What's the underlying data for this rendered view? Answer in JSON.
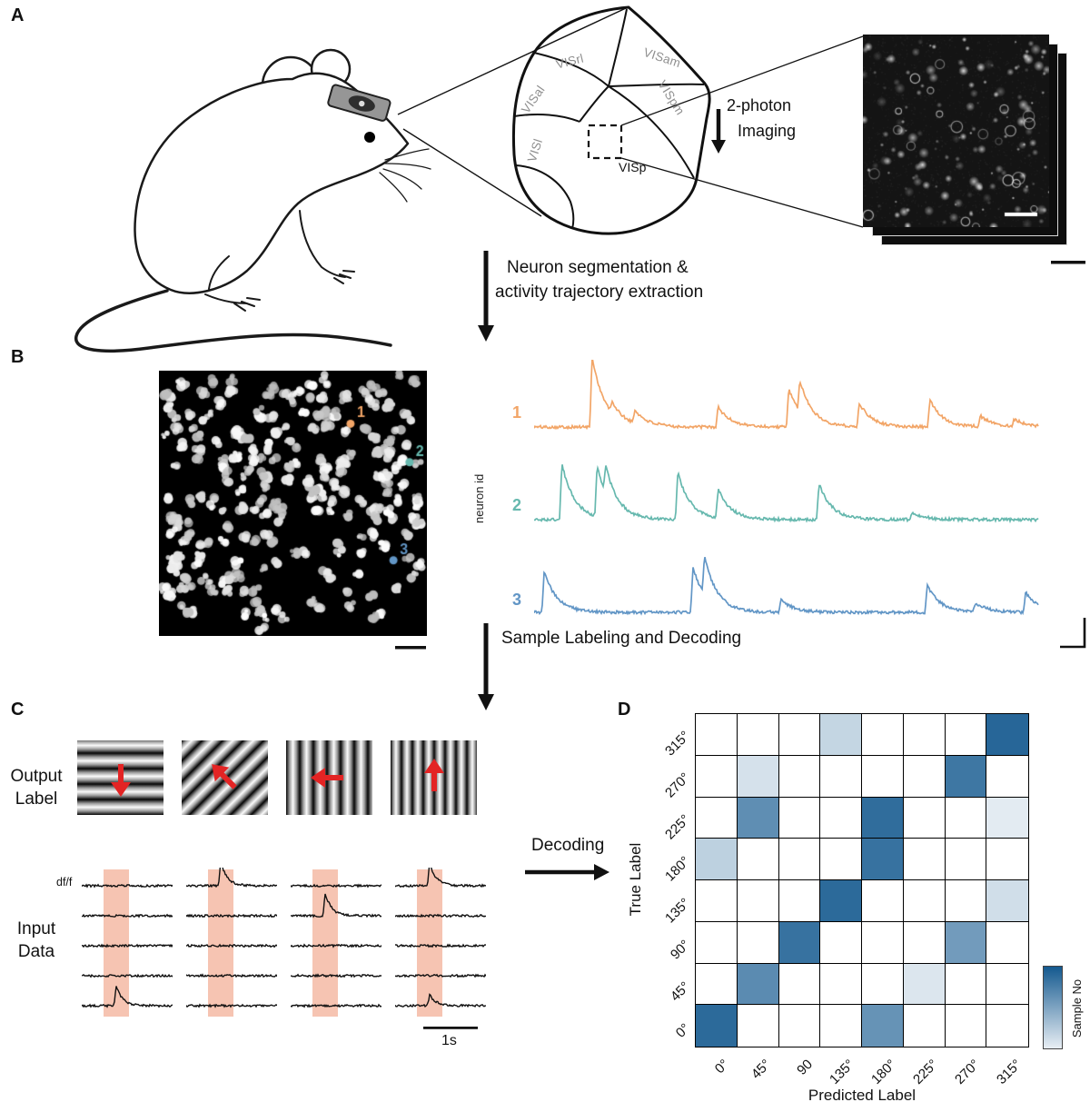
{
  "panels": {
    "a": "A",
    "b": "B",
    "c": "C",
    "d": "D"
  },
  "colors": {
    "neuron1_orange": "#F2A567",
    "neuron2_teal": "#66B8AE",
    "neuron3_blue": "#6296C6",
    "stimulus_arrow_red": "#E32424",
    "highlight_band_pink": "#F6C4B2",
    "matrix_blue_dark": "#14598F",
    "region_label_gray": "#8F8F8F"
  },
  "panelA": {
    "brain_regions": [
      {
        "name": "VISrl"
      },
      {
        "name": "VISam"
      },
      {
        "name": "VISal"
      },
      {
        "name": "VISpm"
      },
      {
        "name": "VISl"
      },
      {
        "name": "VISp"
      }
    ],
    "imaging": {
      "line1": "2-photon",
      "line2": "Imaging"
    }
  },
  "step1": {
    "line1": "Neuron segmentation &",
    "line2": "activity trajectory extraction"
  },
  "step2": {
    "text": "Sample Labeling and Decoding"
  },
  "panelB": {
    "ylabel": "neuron id",
    "neurons": [
      {
        "id": "1",
        "color": "#F2A567",
        "spikes": [
          {
            "p": 0.115,
            "a": 78
          },
          {
            "p": 0.155,
            "a": 12
          },
          {
            "p": 0.2,
            "a": 14
          },
          {
            "p": 0.365,
            "a": 22
          },
          {
            "p": 0.505,
            "a": 42
          },
          {
            "p": 0.527,
            "a": 34
          },
          {
            "p": 0.645,
            "a": 26
          },
          {
            "p": 0.785,
            "a": 30
          },
          {
            "p": 0.885,
            "a": 12
          },
          {
            "p": 0.952,
            "a": 8
          }
        ]
      },
      {
        "id": "2",
        "color": "#66B8AE",
        "spikes": [
          {
            "p": 0.055,
            "a": 62
          },
          {
            "p": 0.125,
            "a": 55
          },
          {
            "p": 0.142,
            "a": 30
          },
          {
            "p": 0.285,
            "a": 52
          },
          {
            "p": 0.365,
            "a": 32
          },
          {
            "p": 0.565,
            "a": 40
          },
          {
            "p": 0.75,
            "a": 8
          }
        ]
      },
      {
        "id": "3",
        "color": "#6296C6",
        "spikes": [
          {
            "p": 0.02,
            "a": 45
          },
          {
            "p": 0.315,
            "a": 50
          },
          {
            "p": 0.338,
            "a": 42
          },
          {
            "p": 0.49,
            "a": 14
          },
          {
            "p": 0.78,
            "a": 30
          },
          {
            "p": 0.875,
            "a": 10
          },
          {
            "p": 0.975,
            "a": 22
          }
        ]
      }
    ],
    "mask_markers": [
      {
        "id": "1",
        "x": 0.715,
        "y": 0.2
      },
      {
        "id": "2",
        "x": 0.935,
        "y": 0.345
      },
      {
        "id": "3",
        "x": 0.875,
        "y": 0.715
      }
    ]
  },
  "panelC": {
    "output_label": {
      "line1": "Output",
      "line2": "Label"
    },
    "input_label": {
      "line1": "Input",
      "line2": "Data"
    },
    "dff": "df/f",
    "timebar": "1s",
    "gratings": [
      {
        "name": "horizontal-grating",
        "css_angle": 0,
        "period": 17,
        "arrow_deg": 180,
        "direction": "down"
      },
      {
        "name": "diagonal-grating",
        "css_angle": 135,
        "period": 16,
        "arrow_deg": -45,
        "direction": "up-left"
      },
      {
        "name": "vertical-grating",
        "css_angle": 90,
        "period": 15,
        "arrow_deg": -90,
        "direction": "left"
      },
      {
        "name": "vertical-grating-fine",
        "css_angle": 90,
        "period": 12,
        "arrow_deg": 0,
        "direction": "up"
      }
    ],
    "columns": [
      {
        "bumps": [
          {
            "row": 4,
            "amp": 22
          }
        ]
      },
      {
        "bumps": [
          {
            "row": 0,
            "amp": 27
          }
        ]
      },
      {
        "bumps": [
          {
            "row": 1,
            "amp": 25
          }
        ]
      },
      {
        "bumps": [
          {
            "row": 0,
            "amp": 25
          },
          {
            "row": 4,
            "amp": 12
          }
        ]
      }
    ]
  },
  "decoding": {
    "text": "Decoding"
  },
  "panelD": {
    "xlabel": "Predicted Label",
    "ylabel": "True Label",
    "colorbar_label": "Sample No"
  },
  "chart_data": {
    "type": "heatmap",
    "title": "Direction decoding confusion matrix",
    "xlabel": "Predicted Label",
    "ylabel": "True Label",
    "x_labels": [
      "0°",
      "45°",
      "90",
      "135°",
      "180°",
      "225°",
      "270°",
      "315°"
    ],
    "y_labels": [
      "315°",
      "270°",
      "225°",
      "180°",
      "135°",
      "90°",
      "45°",
      "0°"
    ],
    "values": [
      [
        0,
        0,
        0,
        0.25,
        0,
        0,
        0,
        0.92
      ],
      [
        0,
        0.18,
        0,
        0,
        0,
        0,
        0.82,
        0
      ],
      [
        0,
        0.68,
        0,
        0,
        0.88,
        0,
        0,
        0.12
      ],
      [
        0.28,
        0,
        0,
        0,
        0.85,
        0,
        0,
        0
      ],
      [
        0,
        0,
        0,
        0.9,
        0,
        0,
        0,
        0.2
      ],
      [
        0,
        0,
        0.85,
        0,
        0,
        0,
        0.6,
        0
      ],
      [
        0,
        0.7,
        0,
        0,
        0,
        0.15,
        0,
        0
      ],
      [
        0.9,
        0,
        0,
        0,
        0.65,
        0,
        0,
        0
      ]
    ],
    "value_units": "relative sample count (0-1 color intensity)",
    "colormap": "white to dark blue",
    "legend_label": "Sample No",
    "legend_position": "right",
    "grid": true
  }
}
